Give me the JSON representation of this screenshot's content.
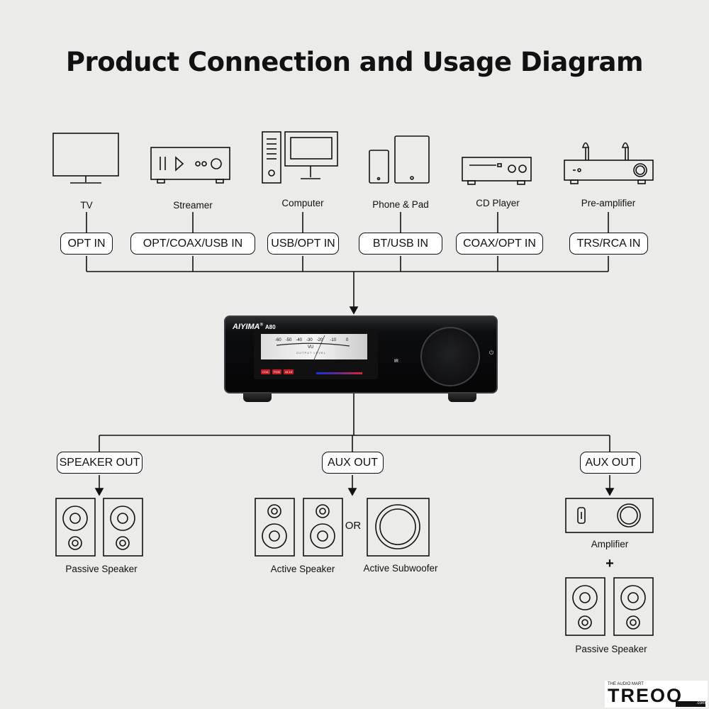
{
  "title": "Product Connection and Usage Diagram",
  "sources": [
    {
      "name": "TV",
      "input": "OPT IN",
      "icon": "tv-icon"
    },
    {
      "name": "Streamer",
      "input": "OPT/COAX/USB IN",
      "icon": "streamer-icon"
    },
    {
      "name": "Computer",
      "input": "USB/OPT IN",
      "icon": "computer-icon"
    },
    {
      "name": "Phone & Pad",
      "input": "BT/USB IN",
      "icon": "phone-tablet-icon"
    },
    {
      "name": "CD Player",
      "input": "COAX/OPT IN",
      "icon": "cd-player-icon"
    },
    {
      "name": "Pre-amplifier",
      "input": "TRS/RCA IN",
      "icon": "preamp-icon"
    }
  ],
  "device": {
    "brand": "AIYIMA",
    "model": "A80",
    "vu_scale": [
      "-60",
      "-50",
      "-40",
      "-30",
      "-20",
      "-10",
      "0"
    ],
    "vu_label": "VU",
    "vu_caption": "OUTPUT LEVEL",
    "badges": [
      "COA",
      "PCM",
      "44.1K"
    ],
    "ir_label": "IR"
  },
  "outputs": {
    "speaker_out": {
      "label": "SPEAKER OUT",
      "device": "Passive Speaker"
    },
    "aux_out_1": {
      "label": "AUX OUT",
      "device_a": "Active Speaker",
      "or": "OR",
      "device_b": "Active Subwoofer"
    },
    "aux_out_2": {
      "label": "AUX OUT",
      "device_a": "Amplifier",
      "plus": "+",
      "device_b": "Passive Speaker"
    }
  },
  "watermark": {
    "small": "THE AUDIO MART",
    "big": "TREOO",
    "suffix": ".com"
  }
}
